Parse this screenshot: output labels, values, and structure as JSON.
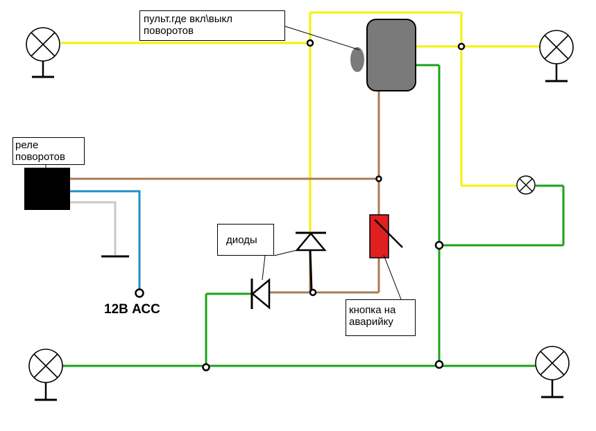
{
  "labels": {
    "console": "пульт.где вкл\\выкл\nповоротов",
    "relay": "реле\nповоротов",
    "diodes": "диоды",
    "hazard_button": "кнопка на\nаварийку",
    "power": "12В АСС"
  },
  "colors": {
    "yellow_wire": "#f4f000",
    "green_wire": "#1aa31a",
    "brown_wire": "#a87a55",
    "blue_wire": "#1e8fc8",
    "gray_wire": "#c8c8c8",
    "relay_body": "#000000",
    "console_body": "#7a7a7a",
    "hazard_button_body": "#e02020"
  },
  "icons": {
    "lamp": "lamp-cross-icon",
    "ground": "ground-icon",
    "diode": "diode-icon",
    "switch": "switch-icon",
    "terminal": "terminal-ring-icon"
  }
}
